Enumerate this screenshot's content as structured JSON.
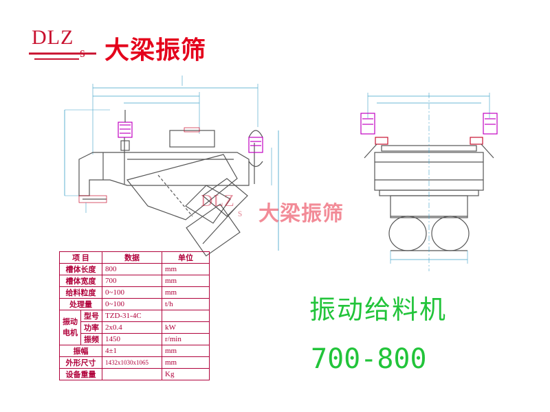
{
  "brand": {
    "initials": "DLZ",
    "sub": "s",
    "name": "大梁振筛"
  },
  "product": {
    "title": "振动给料机",
    "model": "700-800"
  },
  "spec_table": {
    "headers": [
      "项 目",
      "数据",
      "单位"
    ],
    "rows": [
      {
        "label": "槽体长度",
        "value": "800",
        "unit": "mm"
      },
      {
        "label": "槽体宽度",
        "value": "700",
        "unit": "mm"
      },
      {
        "label": "给料粒度",
        "value": "0~100",
        "unit": "mm"
      },
      {
        "label": "处理量",
        "value": "0~100",
        "unit": "t/h"
      }
    ],
    "motor_group": "振动电机",
    "motor_rows": [
      {
        "label": "型号",
        "value": "TZD-31-4C",
        "unit": ""
      },
      {
        "label": "功率",
        "value": "2x0.4",
        "unit": "kW"
      },
      {
        "label": "振频",
        "value": "1450",
        "unit": "r/min"
      }
    ],
    "tail_rows": [
      {
        "label": "振幅",
        "value": "4±1",
        "unit": "mm"
      },
      {
        "label": "外形尺寸",
        "value": "1432x1030x1065",
        "unit": "mm"
      },
      {
        "label": "设备重量",
        "value": "",
        "unit": "Kg"
      }
    ]
  },
  "colors": {
    "brand_red": "#e4001b",
    "title_green": "#22c43a",
    "table_red": "#b0003a",
    "drawing_gray": "#555555",
    "dim_blue": "#3aa0c8",
    "spring_magenta": "#c000c0",
    "dim_red": "#c8102e"
  }
}
